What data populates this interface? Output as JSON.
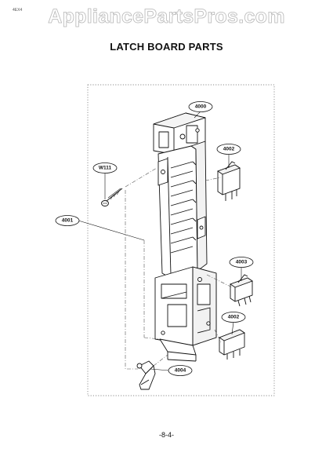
{
  "corner_mark": "4EX4",
  "watermark": "AppliancePartsPros.com",
  "title": "LATCH BOARD PARTS",
  "page_number": "-8-4-",
  "callouts": {
    "c4000": "4000",
    "c4002_top": "4002",
    "cW111": "W111",
    "c4001": "4001",
    "c4003": "4003",
    "c4002_bottom": "4002",
    "c4004": "4004"
  }
}
